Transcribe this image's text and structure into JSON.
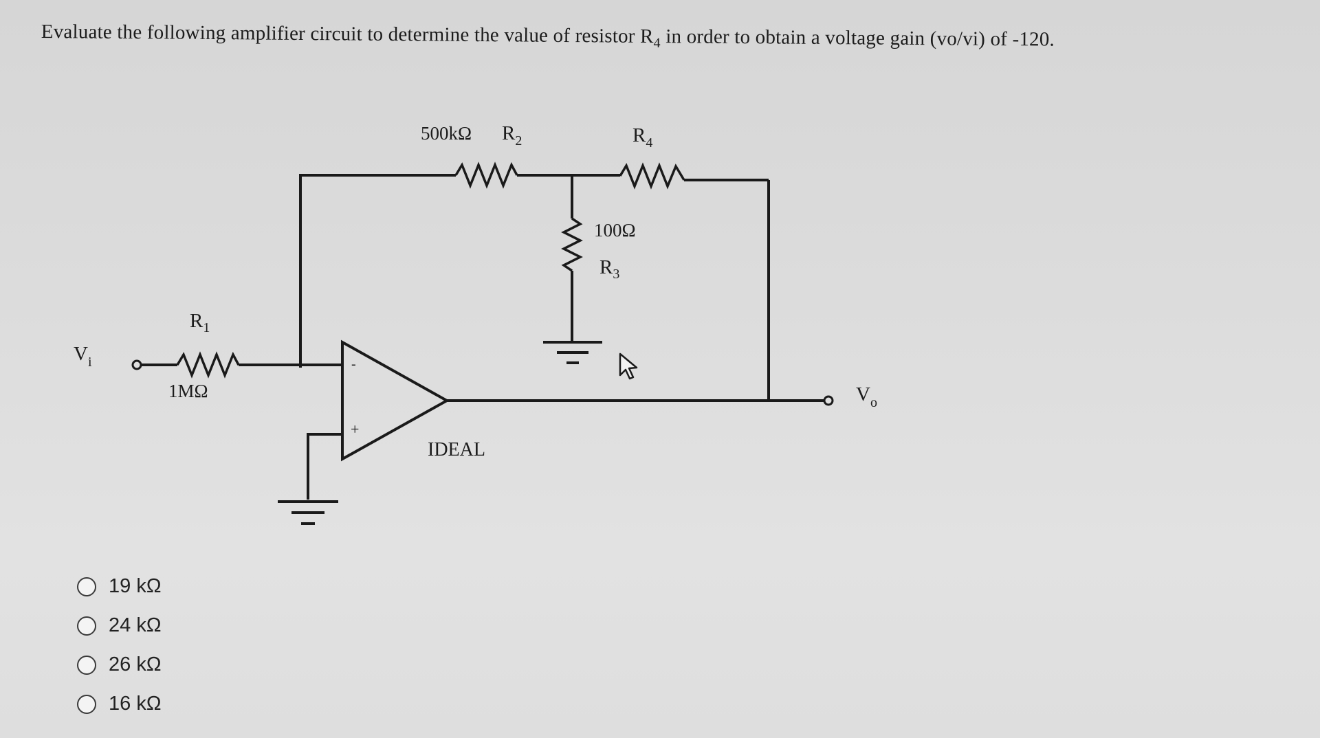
{
  "question": {
    "text_before": "Evaluate the following amplifier circuit to determine the value of resistor R",
    "text_sub": "4",
    "text_after": " in order to obtain a voltage gain (vo/vi) of -120."
  },
  "circuit": {
    "input_label": "V",
    "input_sub": "i",
    "output_label": "V",
    "output_sub": "o",
    "r1_label": "R",
    "r1_sub": "1",
    "r1_value": "1MΩ",
    "r2_value": "500kΩ",
    "r2_label": "R",
    "r2_sub": "2",
    "r3_value": "100Ω",
    "r3_label": "R",
    "r3_sub": "3",
    "r4_label": "R",
    "r4_sub": "4",
    "opamp_note": "IDEAL",
    "minus_sign": "-",
    "plus_sign": "+"
  },
  "options": [
    {
      "label": "19 kΩ"
    },
    {
      "label": "24 kΩ"
    },
    {
      "label": "26 kΩ"
    },
    {
      "label": "16 kΩ"
    }
  ]
}
